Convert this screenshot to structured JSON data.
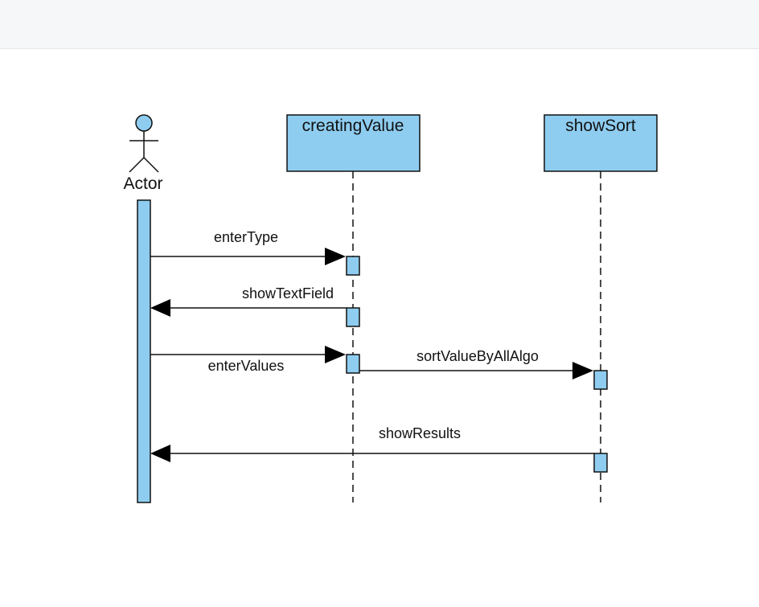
{
  "diagram": {
    "type": "sequence",
    "actor": {
      "label": "Actor"
    },
    "lifelines": [
      {
        "id": "creatingValue",
        "label": "creatingValue"
      },
      {
        "id": "showSort",
        "label": "showSort"
      }
    ],
    "messages": [
      {
        "id": "enterType",
        "label": "enterType",
        "from": "Actor",
        "to": "creatingValue"
      },
      {
        "id": "showTextField",
        "label": "showTextField",
        "from": "creatingValue",
        "to": "Actor"
      },
      {
        "id": "enterValues",
        "label": "enterValues",
        "from": "Actor",
        "to": "creatingValue"
      },
      {
        "id": "sortValueByAllAlgo",
        "label": "sortValueByAllAlgo",
        "from": "creatingValue",
        "to": "showSort"
      },
      {
        "id": "showResults",
        "label": "showResults",
        "from": "showSort",
        "to": "Actor"
      }
    ],
    "colors": {
      "box_fill": "#8ecdf0",
      "stroke": "#111111",
      "topbar": "#f5f7f8"
    }
  }
}
